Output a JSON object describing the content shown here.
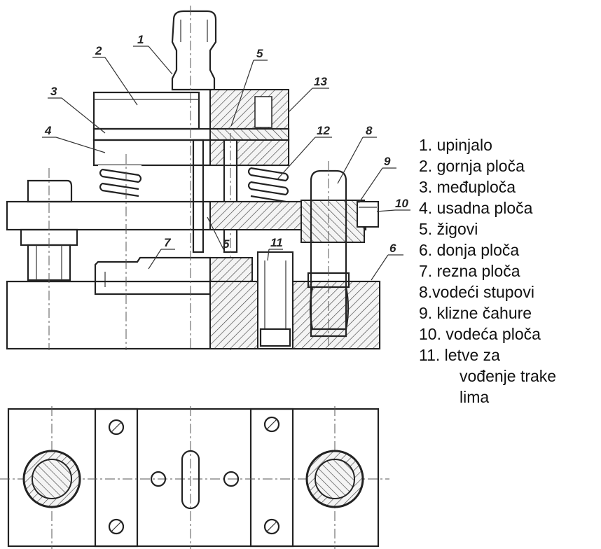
{
  "legend": {
    "items": [
      "1. upinjalo",
      "2. gornja ploča",
      "3. međuploča",
      "4. usadna ploča",
      "5. žigovi",
      "6. donja ploča",
      "7. rezna ploča",
      "8.vodeći stupovi",
      "9. klizne čahure",
      "10. vodeća ploča",
      "11. letve za"
    ],
    "continuation": [
      "vođenje trake",
      "lima"
    ]
  },
  "callouts": [
    "1",
    "2",
    "3",
    "4",
    "5",
    "13",
    "12",
    "8",
    "9",
    "10",
    "5",
    "7",
    "11",
    "6"
  ]
}
